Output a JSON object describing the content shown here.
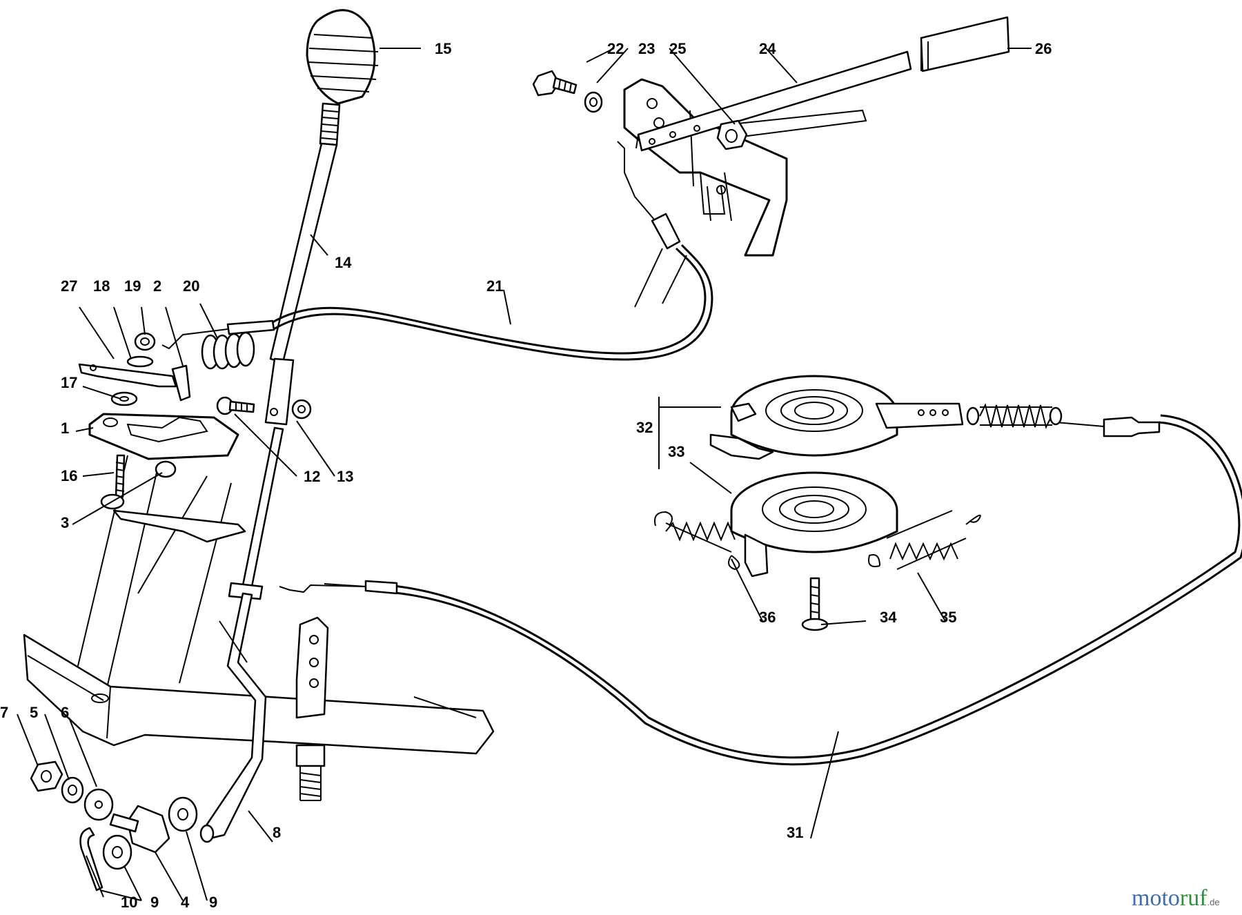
{
  "watermark": {
    "part1": "moto",
    "part2": "ruf",
    "suffix": ".de"
  },
  "callouts": [
    {
      "id": "c15",
      "text": "15"
    },
    {
      "id": "c22",
      "text": "22"
    },
    {
      "id": "c23",
      "text": "23"
    },
    {
      "id": "c25",
      "text": "25"
    },
    {
      "id": "c24",
      "text": "24"
    },
    {
      "id": "c26",
      "text": "26"
    },
    {
      "id": "c14",
      "text": "14"
    },
    {
      "id": "c21",
      "text": "21"
    },
    {
      "id": "c27",
      "text": "27"
    },
    {
      "id": "c18",
      "text": "18"
    },
    {
      "id": "c19",
      "text": "19"
    },
    {
      "id": "c2",
      "text": "2"
    },
    {
      "id": "c20",
      "text": "20"
    },
    {
      "id": "c17",
      "text": "17"
    },
    {
      "id": "c1",
      "text": "1"
    },
    {
      "id": "c16",
      "text": "16"
    },
    {
      "id": "c3",
      "text": "3"
    },
    {
      "id": "c12",
      "text": "12"
    },
    {
      "id": "c13",
      "text": "13"
    },
    {
      "id": "c32",
      "text": "32"
    },
    {
      "id": "c33",
      "text": "33"
    },
    {
      "id": "c36",
      "text": "36"
    },
    {
      "id": "c34",
      "text": "34"
    },
    {
      "id": "c35",
      "text": "35"
    },
    {
      "id": "c7",
      "text": "7"
    },
    {
      "id": "c5",
      "text": "5"
    },
    {
      "id": "c6",
      "text": "6"
    },
    {
      "id": "c8",
      "text": "8"
    },
    {
      "id": "c31",
      "text": "31"
    },
    {
      "id": "c10",
      "text": "10"
    },
    {
      "id": "c9a",
      "text": "9"
    },
    {
      "id": "c4",
      "text": "4"
    },
    {
      "id": "c9b",
      "text": "9"
    }
  ]
}
